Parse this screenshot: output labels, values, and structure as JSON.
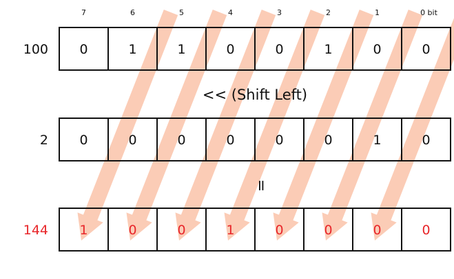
{
  "bit_header": [
    "7",
    "6",
    "5",
    "4",
    "3",
    "2",
    "1",
    "0 bit"
  ],
  "rows": [
    {
      "label": "100",
      "bits": [
        "0",
        "1",
        "1",
        "0",
        "0",
        "1",
        "0",
        "0"
      ],
      "color": "#111111"
    },
    {
      "label": "2",
      "bits": [
        "0",
        "0",
        "0",
        "0",
        "0",
        "0",
        "1",
        "0"
      ],
      "color": "#111111"
    },
    {
      "label": "144",
      "bits": [
        "1",
        "0",
        "0",
        "1",
        "0",
        "0",
        "0",
        "0"
      ],
      "color": "#e8262a"
    }
  ],
  "operator": "<< (Shift Left)",
  "equals": "=",
  "colors": {
    "arrow": "#f7a37a",
    "line": "#111111",
    "result": "#e8262a"
  }
}
